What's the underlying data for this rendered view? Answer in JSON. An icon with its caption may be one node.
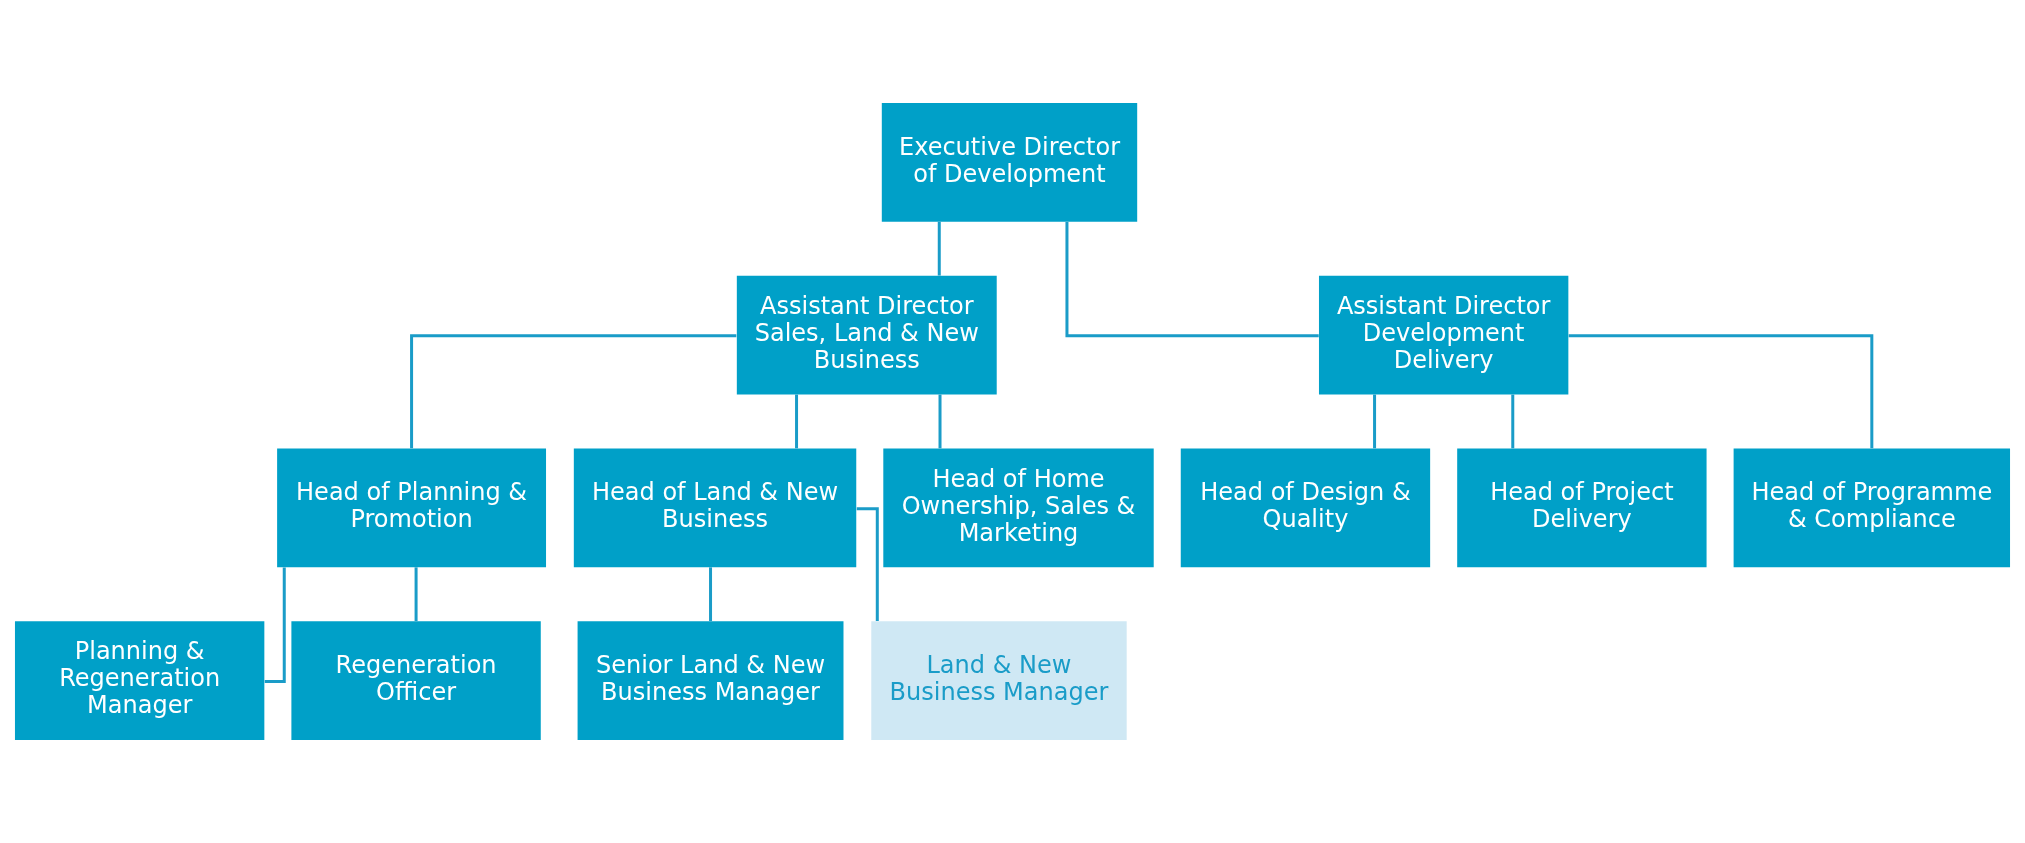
{
  "diagram": {
    "nodes": [
      {
        "text": [
          "Executive Director of Development"
        ]
      },
      {
        "text": [
          "Assistant Director Sales, Land & New Business"
        ]
      },
      {
        "text": [
          "Assistant Director Development Delivery"
        ]
      },
      {
        "text": [
          "Head of Planning & Promotion"
        ]
      },
      {
        "text": [
          "Head of Land & New Business"
        ]
      },
      {
        "text": [
          "Head of Home Ownership, Sales & Marketing"
        ]
      },
      {
        "text": [
          "Head of Design & Quality"
        ]
      },
      {
        "text": [
          "Head of Project Delivery"
        ]
      },
      {
        "text": [
          "Head of Programme & Compliance"
        ]
      },
      {
        "text": [
          "Planning & Regeneration Manager"
        ]
      },
      {
        "text": [
          "Regeneration Officer"
        ]
      },
      {
        "text": [
          "Senior Land & New Business Manager"
        ]
      },
      {
        "text": [
          "Land & New Business Manager"
        ]
      }
    ],
    "edges": [
      {
        "from": 0,
        "to": 1,
        "arrow": "none"
      },
      {
        "from": 0,
        "to": 2,
        "arrow": "none"
      },
      {
        "from": 1,
        "to": 3,
        "arrow": "none"
      },
      {
        "from": 1,
        "to": 4,
        "arrow": "none"
      },
      {
        "from": 1,
        "to": 5,
        "arrow": "none"
      },
      {
        "from": 2,
        "to": 6,
        "arrow": "none"
      },
      {
        "from": 2,
        "to": 7,
        "arrow": "none"
      },
      {
        "from": 2,
        "to": 8,
        "arrow": "none"
      },
      {
        "from": 3,
        "to": 9,
        "arrow": "none"
      },
      {
        "from": 3,
        "to": 10,
        "arrow": "none"
      },
      {
        "from": 4,
        "to": 11,
        "arrow": "none"
      },
      {
        "from": 4,
        "to": 12,
        "arrow": "none"
      }
    ]
  }
}
